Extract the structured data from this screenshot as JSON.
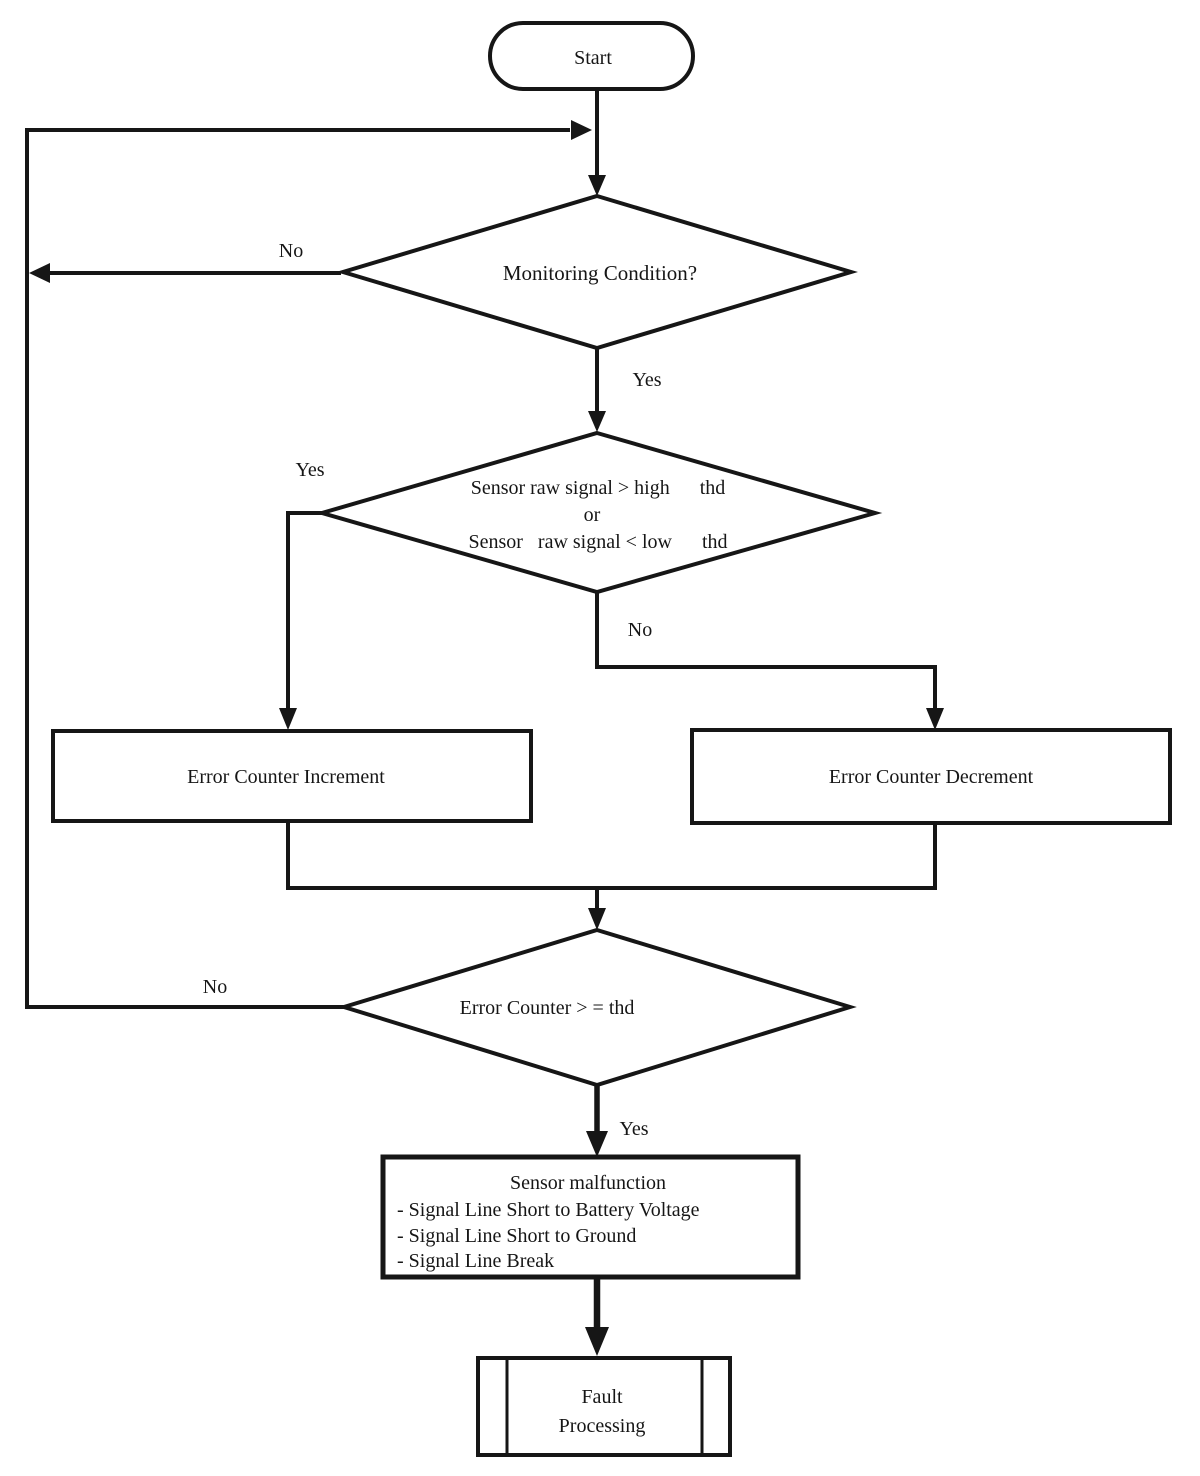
{
  "colors": {
    "ink": "#161616",
    "paper": "#ffffff"
  },
  "nodes": {
    "start": {
      "label": "Start"
    },
    "monitoring": {
      "label": "Monitoring Condition?"
    },
    "signal_check": {
      "line1": "Sensor raw signal > high      thd",
      "line2": "or",
      "line3": "Sensor   raw signal < low      thd"
    },
    "error_increment": {
      "label": "Error Counter Increment"
    },
    "error_decrement": {
      "label": "Error Counter Decrement"
    },
    "counter_check": {
      "label": "Error Counter > = thd"
    },
    "sensor_malfunction": {
      "title": "Sensor malfunction",
      "items": [
        "- Signal Line Short to Battery Voltage",
        "- Signal Line Short to Ground",
        "- Signal Line Break"
      ]
    },
    "fault_processing": {
      "line1": "Fault",
      "line2": "Processing"
    }
  },
  "edge_labels": {
    "monitoring_no": "No",
    "monitoring_yes": "Yes",
    "signal_yes": "Yes",
    "signal_no": "No",
    "counter_no": "No",
    "counter_yes": "Yes"
  }
}
